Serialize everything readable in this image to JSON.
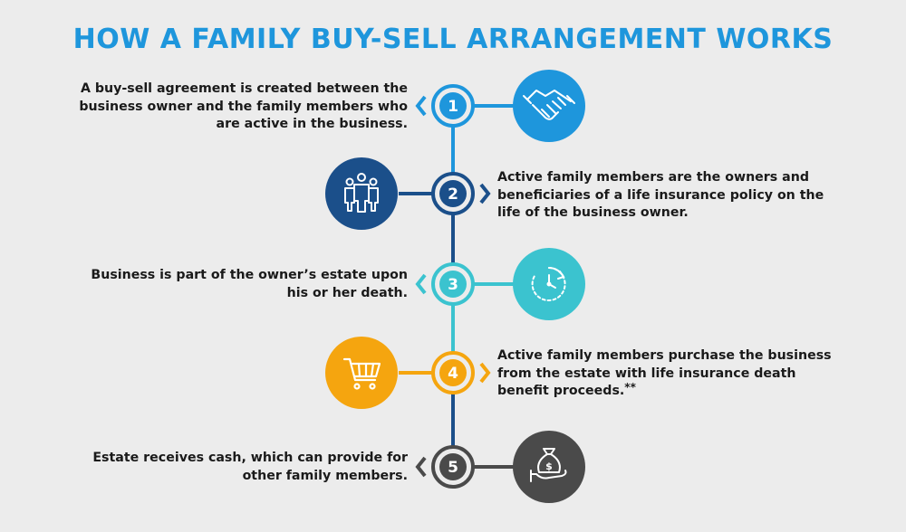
{
  "title": "HOW A FAMILY BUY-SELL ARRANGEMENT WORKS",
  "colors": {
    "step1": "#1e96dc",
    "step2": "#1b4f8a",
    "step3": "#3bc3cf",
    "step4": "#f5a50f",
    "step5": "#4a4a4a"
  },
  "steps": [
    {
      "number": "1",
      "lines": [
        "A buy-sell agreement is created between the",
        "business owner and the family members who",
        "are active in the business."
      ],
      "icon": "handshake-icon",
      "side": "text-left"
    },
    {
      "number": "2",
      "lines": [
        "Active family members are the owners and",
        "beneficiaries of a life insurance policy on the",
        "life of the business owner."
      ],
      "icon": "family-group-icon",
      "side": "text-right"
    },
    {
      "number": "3",
      "lines": [
        "Business is part of the owner’s estate upon",
        "his or her death."
      ],
      "icon": "clock-icon",
      "side": "text-left"
    },
    {
      "number": "4",
      "lines": [
        "Active family members purchase the business",
        "from the estate with life insurance death",
        "benefit proceeds."
      ],
      "footnote_mark": "**",
      "icon": "shopping-cart-icon",
      "side": "text-right"
    },
    {
      "number": "5",
      "lines": [
        "Estate receives cash, which can provide for",
        "other family members."
      ],
      "icon": "money-bag-hand-icon",
      "side": "text-left"
    }
  ]
}
